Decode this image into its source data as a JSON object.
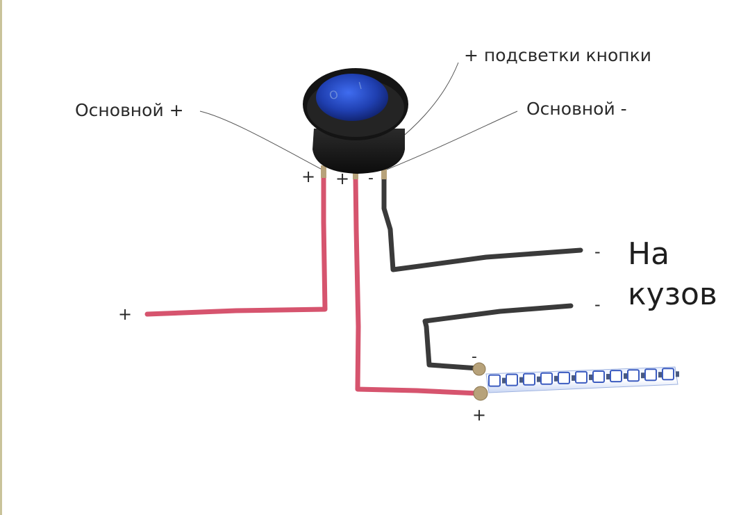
{
  "labels": {
    "main_plus": "Основной +",
    "backlight_plus": "+ подсветки кнопки",
    "main_minus": "Основной -",
    "pin_plus_1": "+",
    "pin_plus_2": "+",
    "pin_minus": "-",
    "input_plus": "+",
    "ground_minus_1": "-",
    "ground_minus_2": "-",
    "to_body_line1": "На",
    "to_body_line2": "кузов",
    "strip_minus": "-",
    "strip_plus": "+"
  },
  "switch": {
    "mark_off": "O",
    "mark_on": "I"
  },
  "colors": {
    "wire_red": "#d6546e",
    "wire_dark": "#3a3a3a",
    "switch_body": "#1a1a1a",
    "rocker_blue": "#1f3fb0",
    "strip_light": "#f2f6ff",
    "contact": "#b7a27a"
  }
}
